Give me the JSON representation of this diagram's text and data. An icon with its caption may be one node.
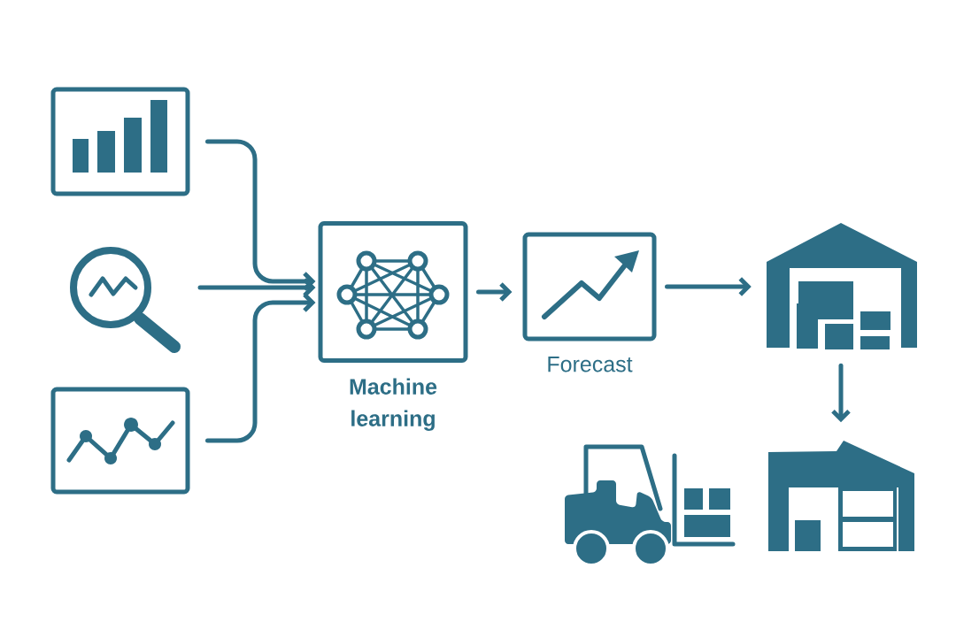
{
  "diagram": {
    "nodes": [
      {
        "text": [],
        "shape": "box"
      },
      {
        "text": [],
        "shape": "magnifier"
      },
      {
        "text": [],
        "shape": "box"
      },
      {
        "text": [
          "Machine learning"
        ]
      },
      {
        "text": [
          "Forecast"
        ]
      },
      {
        "text": [],
        "shape": "warehouse"
      },
      {
        "text": [],
        "shape": "warehouse"
      }
    ],
    "edges": [
      {
        "from": 0,
        "to": 3,
        "arrow": "to"
      },
      {
        "from": 1,
        "to": 3,
        "arrow": "to"
      },
      {
        "from": 2,
        "to": 3,
        "arrow": "to"
      },
      {
        "from": 3,
        "to": 4,
        "arrow": "to"
      },
      {
        "from": 4,
        "to": 5,
        "arrow": "to"
      },
      {
        "from": 5,
        "to": 6,
        "arrow": "to"
      }
    ]
  }
}
